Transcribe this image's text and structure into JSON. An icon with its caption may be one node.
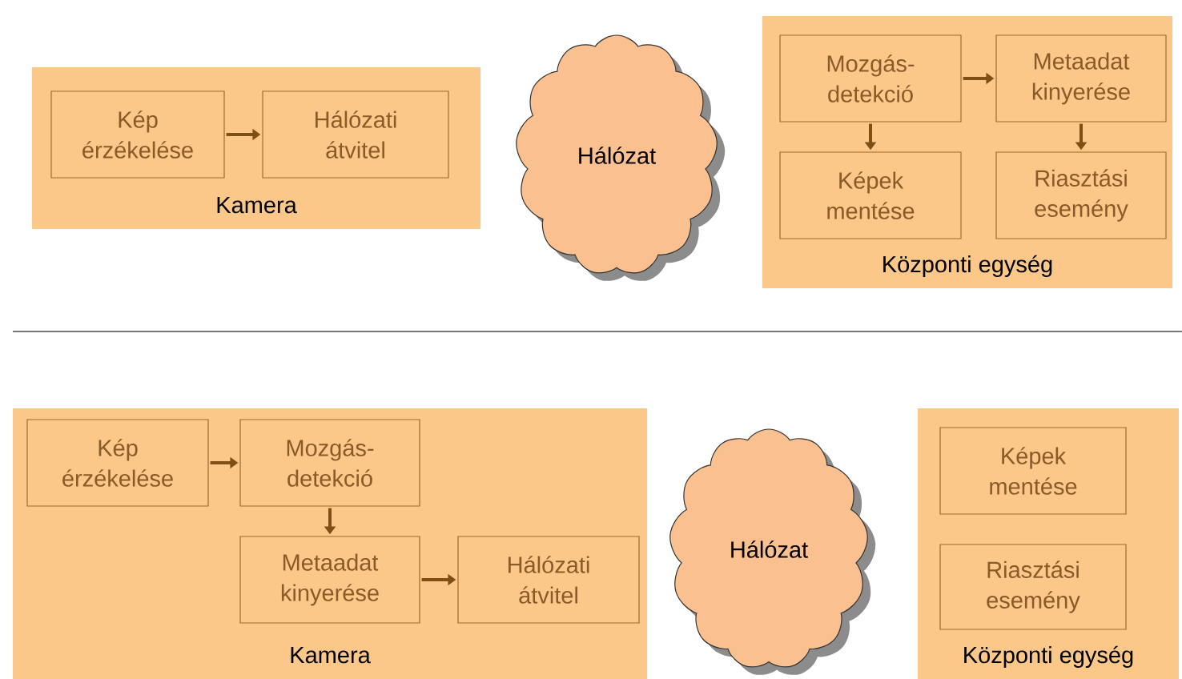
{
  "diagram": {
    "nodes": [
      {
        "text": [
          "Kamera"
        ]
      },
      {
        "text": [
          "Kép érzékelése"
        ],
        "in": 0
      },
      {
        "text": [
          "Hálózati átvitel"
        ],
        "in": 0
      },
      {
        "text": [
          "Hálózat"
        ]
      },
      {
        "text": [
          "Központi egység"
        ]
      },
      {
        "text": [
          "Mozgás-detekció"
        ],
        "in": 4
      },
      {
        "text": [
          "Metaadat kinyerése"
        ],
        "in": 4
      },
      {
        "text": [
          "Képek mentése"
        ],
        "in": 4
      },
      {
        "text": [
          "Riasztási esemény"
        ],
        "in": 4
      },
      {
        "text": [
          "Kamera"
        ]
      },
      {
        "text": [
          "Kép érzékelése"
        ],
        "in": 9
      },
      {
        "text": [
          "Mozgás-detekció"
        ],
        "in": 9
      },
      {
        "text": [
          "Metaadat kinyerése"
        ],
        "in": 9
      },
      {
        "text": [
          "Hálózati átvitel"
        ],
        "in": 9
      },
      {
        "text": [
          "Hálózat"
        ]
      },
      {
        "text": [
          "Központi egység"
        ]
      },
      {
        "text": [
          "Képek mentése"
        ],
        "in": 15
      },
      {
        "text": [
          "Riasztási esemény"
        ],
        "in": 15
      }
    ],
    "edges": [
      {
        "from": 1,
        "to": 2,
        "arrow": "to"
      },
      {
        "from": 5,
        "to": 6,
        "arrow": "to"
      },
      {
        "from": 5,
        "to": 7,
        "arrow": "to"
      },
      {
        "from": 6,
        "to": 8,
        "arrow": "to"
      },
      {
        "from": 10,
        "to": 11,
        "arrow": "to"
      },
      {
        "from": 11,
        "to": 12,
        "arrow": "to"
      },
      {
        "from": 12,
        "to": 13,
        "arrow": "to"
      }
    ]
  }
}
